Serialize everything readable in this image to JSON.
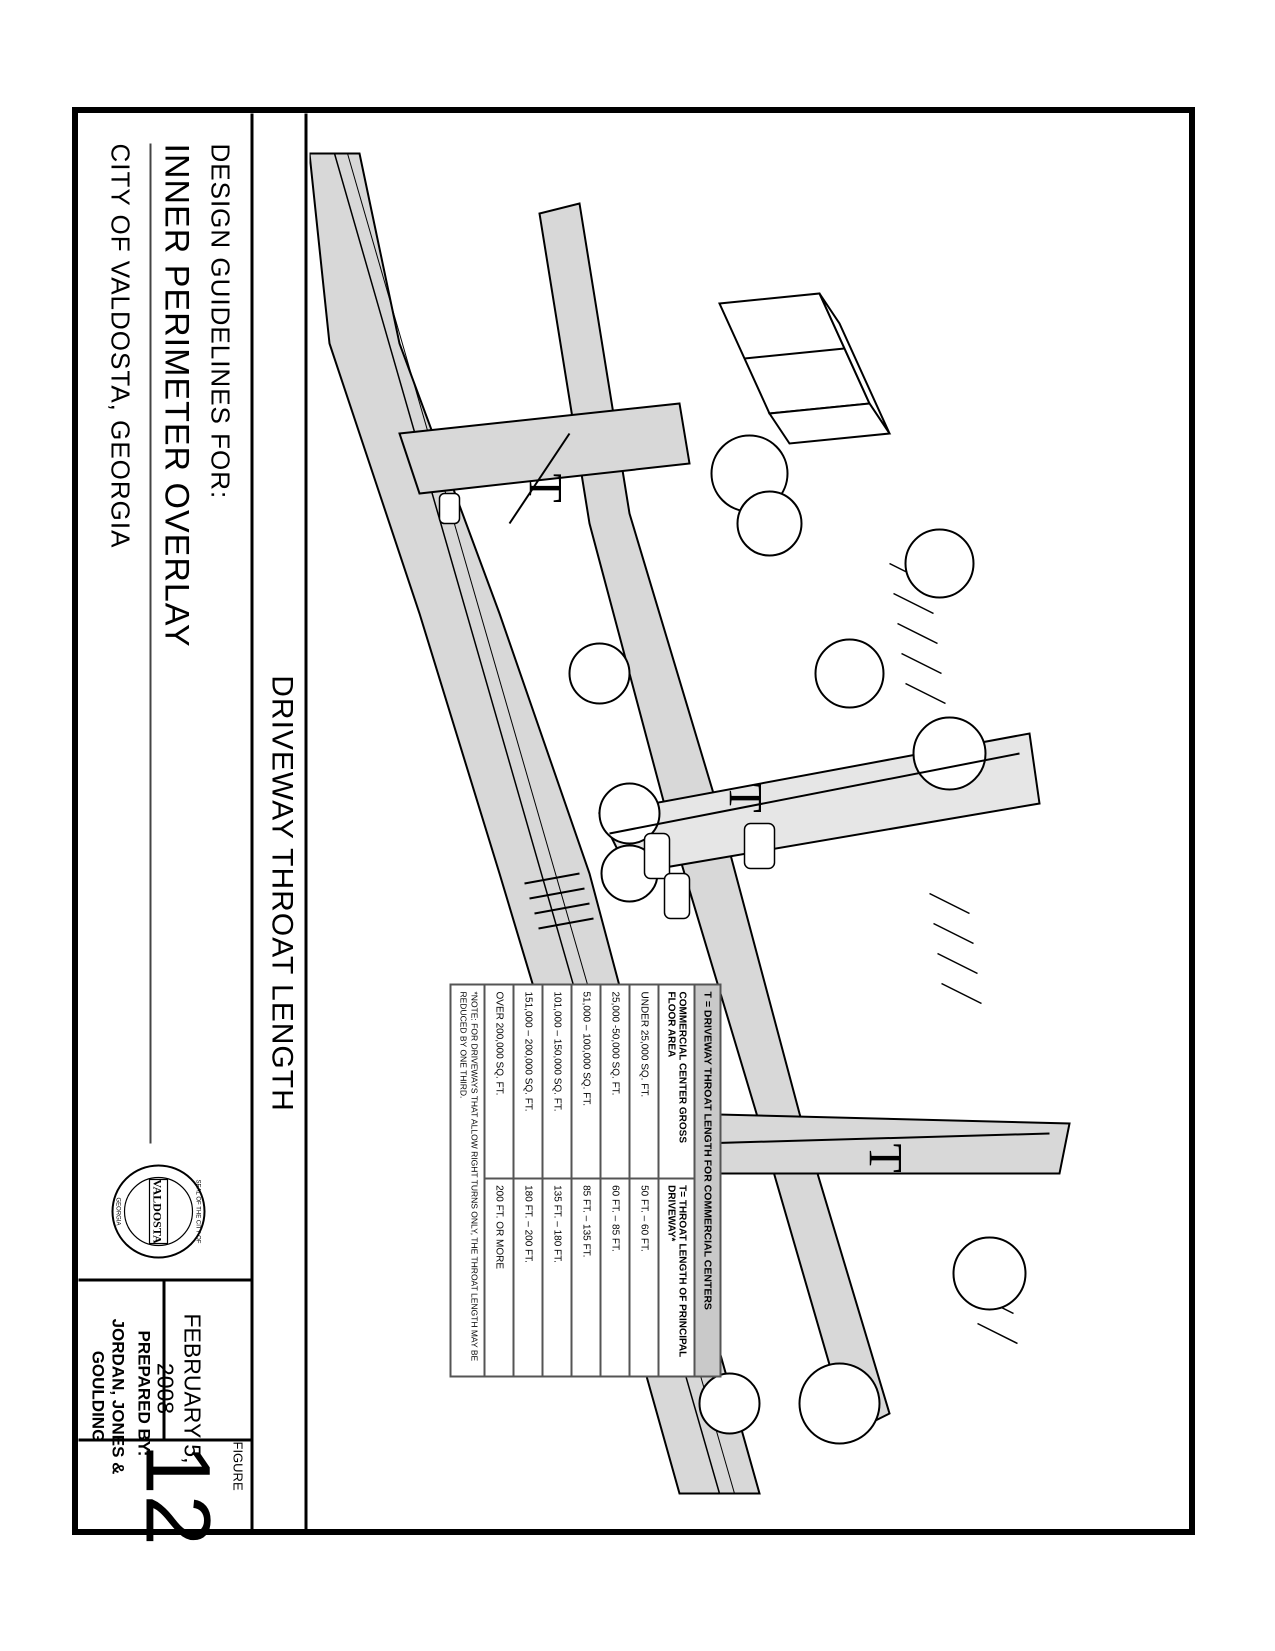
{
  "sheet": {
    "title": "DRIVEWAY THROAT LENGTH",
    "design_guidelines": "DESIGN GUIDELINES FOR:",
    "project": "INNER PERIMETER OVERLAY",
    "location": "CITY OF VALDOSTA, GEORGIA",
    "date": "FEBRUARY 5, 2008",
    "prepared_by_label": "PREPARED BY:",
    "firm": "JORDAN, JONES & GOULDING",
    "figure_label": "FIGURE",
    "figure_number": "12"
  },
  "seal": {
    "top_text": "SEAL OF THE CITY OF",
    "center_text": "VALDOSTA",
    "bottom_text": "GEORGIA"
  },
  "drawing": {
    "throat_marker": "T"
  },
  "throat_table": {
    "title": "T = DRIVEWAY THROAT LENGTH FOR COMMERCIAL CENTERS",
    "col1_header": "COMMERCIAL CENTER GROSS FLOOR AREA",
    "col2_header": "T= THROAT LENGTH OF PRINCIPAL DRIVEWAY*",
    "rows": [
      {
        "area": "UNDER 25,000 SQ. FT.",
        "length": "50 FT. – 60 FT."
      },
      {
        "area": "25,000 -50,000 SQ. FT.",
        "length": "60 FT. – 85 FT."
      },
      {
        "area": "51,000 – 100,000 SQ. FT.",
        "length": "85 FT. – 135 FT."
      },
      {
        "area": "101,000 – 150,000 SQ. FT.",
        "length": "135 FT. – 180 FT."
      },
      {
        "area": "151,000 – 200,000 SQ. FT.",
        "length": "180 FT. – 200 FT."
      },
      {
        "area": "OVER 200,000 SQ. FT.",
        "length": "200 FT. OR MORE"
      }
    ],
    "note": "*NOTE: FOR DRIVEWAYS THAT ALLOW RIGHT TURNS ONLY, THE THROAT LENGTH MAY BE REDUCED BY ONE THIRD."
  }
}
